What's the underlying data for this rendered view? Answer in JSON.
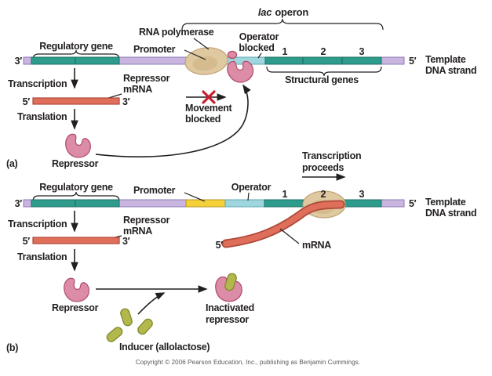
{
  "colors": {
    "teal": "#2E9C8C",
    "teal_border": "#1E6F63",
    "lavender": "#C9B5DF",
    "lavender_border": "#8E7AB5",
    "yellow": "#F5D139",
    "yellow_border": "#B8941F",
    "cyan": "#9FD5DC",
    "cyan_border": "#5FA9B4",
    "polymerase_tan": "#DEC9A1",
    "polymerase_border": "#C2A274",
    "polymerase_shade": "#CDAE7E",
    "repressor_pink": "#DC8CA6",
    "repressor_border": "#B3506E",
    "mrna_red": "#DF6F5B",
    "mrna_border": "#AE4A39",
    "inducer_olive": "#B2B84C",
    "inducer_border": "#7F8A2F",
    "text": "#231F20",
    "x_red": "#C8202F",
    "copyright_gray": "#58585A"
  },
  "header": {
    "lac_italic": "lac",
    "lac_rest": "operon"
  },
  "labels": {
    "regulatory_gene": "Regulatory gene",
    "rna_polymerase": "RNA polymerase",
    "promoter": "Promoter",
    "operator": "Operator",
    "operator_blocked_l1": "Operator",
    "operator_blocked_l2": "blocked",
    "template_l1": "Template",
    "template_l2": "DNA strand",
    "structural_genes": "Structural genes",
    "transcription": "Transcription",
    "translation": "Translation",
    "repressor": "Repressor",
    "repressor_mrna_l1": "Repressor",
    "repressor_mrna_l2": "mRNA",
    "movement_l1": "Movement",
    "movement_l2": "blocked",
    "transcription_proceeds_l1": "Transcription",
    "transcription_proceeds_l2": "proceeds",
    "mrna": "mRNA",
    "inactivated_l1": "Inactivated",
    "inactivated_l2": "repressor",
    "inducer": "Inducer (allolactose)",
    "three_prime": "3′",
    "five_prime": "5′",
    "gene_numbers": [
      "1",
      "2",
      "3"
    ],
    "panel_a": "(a)",
    "panel_b": "(b)"
  },
  "footer": {
    "copyright": "Copyright © 2006 Pearson Education, Inc., publishing as Benjamin Cummings."
  }
}
